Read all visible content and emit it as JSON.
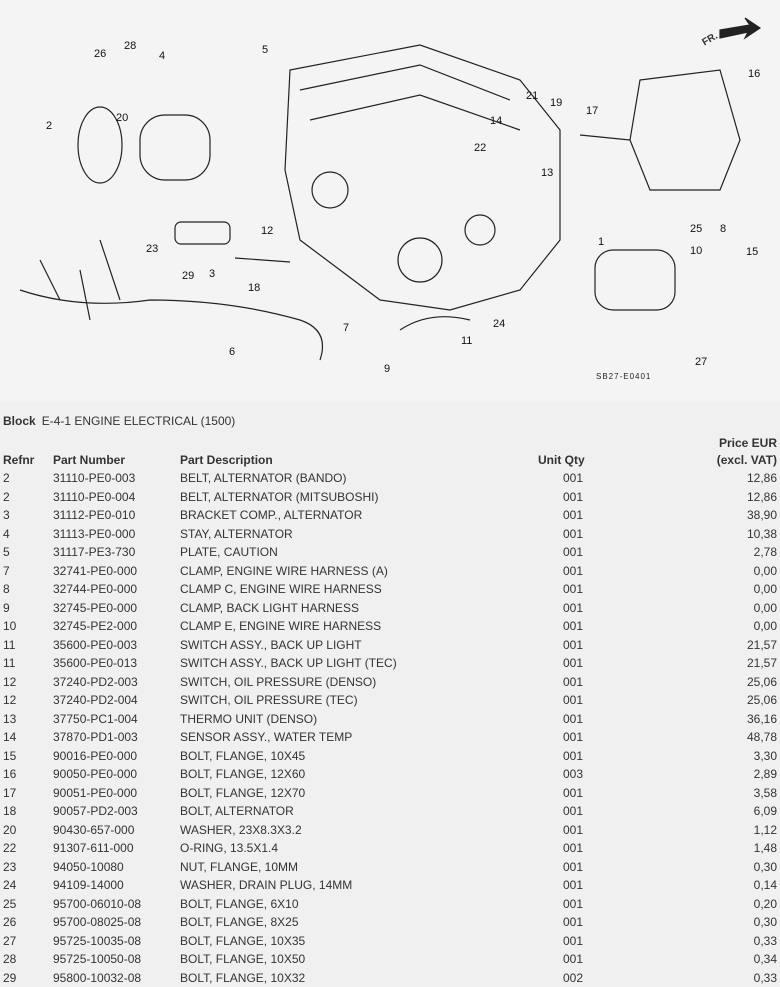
{
  "diagram": {
    "callouts": [
      "26",
      "28",
      "4",
      "2",
      "20",
      "5",
      "21",
      "19",
      "14",
      "22",
      "17",
      "16",
      "13",
      "1",
      "25",
      "8",
      "10",
      "15",
      "23",
      "29",
      "3",
      "18",
      "12",
      "7",
      "6",
      "24",
      "11",
      "9",
      "27"
    ],
    "code": "SB27-E0401",
    "direction_label": "FR."
  },
  "block": {
    "label": "Block",
    "title": "E-4-1 ENGINE ELECTRICAL (1500)"
  },
  "table": {
    "headers": {
      "refnr": "Refnr",
      "part_number": "Part Number",
      "description": "Part Description",
      "qty": "Unit Qty",
      "price_line1": "Price EUR",
      "price_line2": "(excl. VAT)"
    },
    "rows": [
      [
        "2",
        "31110-PE0-003",
        "BELT, ALTERNATOR (BANDO)",
        "001",
        "12,86"
      ],
      [
        "2",
        "31110-PE0-004",
        "BELT, ALTERNATOR (MITSUBOSHI)",
        "001",
        "12,86"
      ],
      [
        "3",
        "31112-PE0-010",
        "BRACKET COMP., ALTERNATOR",
        "001",
        "38,90"
      ],
      [
        "4",
        "31113-PE0-000",
        "STAY, ALTERNATOR",
        "001",
        "10,38"
      ],
      [
        "5",
        "31117-PE3-730",
        "PLATE, CAUTION",
        "001",
        "2,78"
      ],
      [
        "7",
        "32741-PE0-000",
        "CLAMP, ENGINE WIRE HARNESS (A)",
        "001",
        "0,00"
      ],
      [
        "8",
        "32744-PE0-000",
        "CLAMP C, ENGINE WIRE HARNESS",
        "001",
        "0,00"
      ],
      [
        "9",
        "32745-PE0-000",
        "CLAMP, BACK LIGHT HARNESS",
        "001",
        "0,00"
      ],
      [
        "10",
        "32745-PE2-000",
        "CLAMP E, ENGINE WIRE HARNESS",
        "001",
        "0,00"
      ],
      [
        "11",
        "35600-PE0-003",
        "SWITCH ASSY., BACK UP LIGHT",
        "001",
        "21,57"
      ],
      [
        "11",
        "35600-PE0-013",
        "SWITCH ASSY., BACK UP LIGHT (TEC)",
        "001",
        "21,57"
      ],
      [
        "12",
        "37240-PD2-003",
        "SWITCH, OIL PRESSURE (DENSO)",
        "001",
        "25,06"
      ],
      [
        "12",
        "37240-PD2-004",
        "SWITCH, OIL PRESSURE (TEC)",
        "001",
        "25,06"
      ],
      [
        "13",
        "37750-PC1-004",
        "THERMO UNIT (DENSO)",
        "001",
        "36,16"
      ],
      [
        "14",
        "37870-PD1-003",
        "SENSOR ASSY., WATER TEMP",
        "001",
        "48,78"
      ],
      [
        "15",
        "90016-PE0-000",
        "BOLT, FLANGE, 10X45",
        "001",
        "3,30"
      ],
      [
        "16",
        "90050-PE0-000",
        "BOLT, FLANGE, 12X60",
        "003",
        "2,89"
      ],
      [
        "17",
        "90051-PE0-000",
        "BOLT, FLANGE, 12X70",
        "001",
        "3,58"
      ],
      [
        "18",
        "90057-PD2-003",
        "BOLT, ALTERNATOR",
        "001",
        "6,09"
      ],
      [
        "20",
        "90430-657-000",
        "WASHER, 23X8.3X3.2",
        "001",
        "1,12"
      ],
      [
        "22",
        "91307-611-000",
        "O-RING, 13.5X1.4",
        "001",
        "1,48"
      ],
      [
        "23",
        "94050-10080",
        "NUT, FLANGE, 10MM",
        "001",
        "0,30"
      ],
      [
        "24",
        "94109-14000",
        "WASHER, DRAIN PLUG, 14MM",
        "001",
        "0,14"
      ],
      [
        "25",
        "95700-06010-08",
        "BOLT, FLANGE, 6X10",
        "001",
        "0,20"
      ],
      [
        "26",
        "95700-08025-08",
        "BOLT, FLANGE, 8X25",
        "001",
        "0,30"
      ],
      [
        "27",
        "95725-10035-08",
        "BOLT, FLANGE, 10X35",
        "001",
        "0,33"
      ],
      [
        "28",
        "95725-10050-08",
        "BOLT, FLANGE, 10X50",
        "001",
        "0,34"
      ],
      [
        "29",
        "95800-10032-08",
        "BOLT, FLANGE, 10X32",
        "002",
        "0,33"
      ]
    ]
  }
}
